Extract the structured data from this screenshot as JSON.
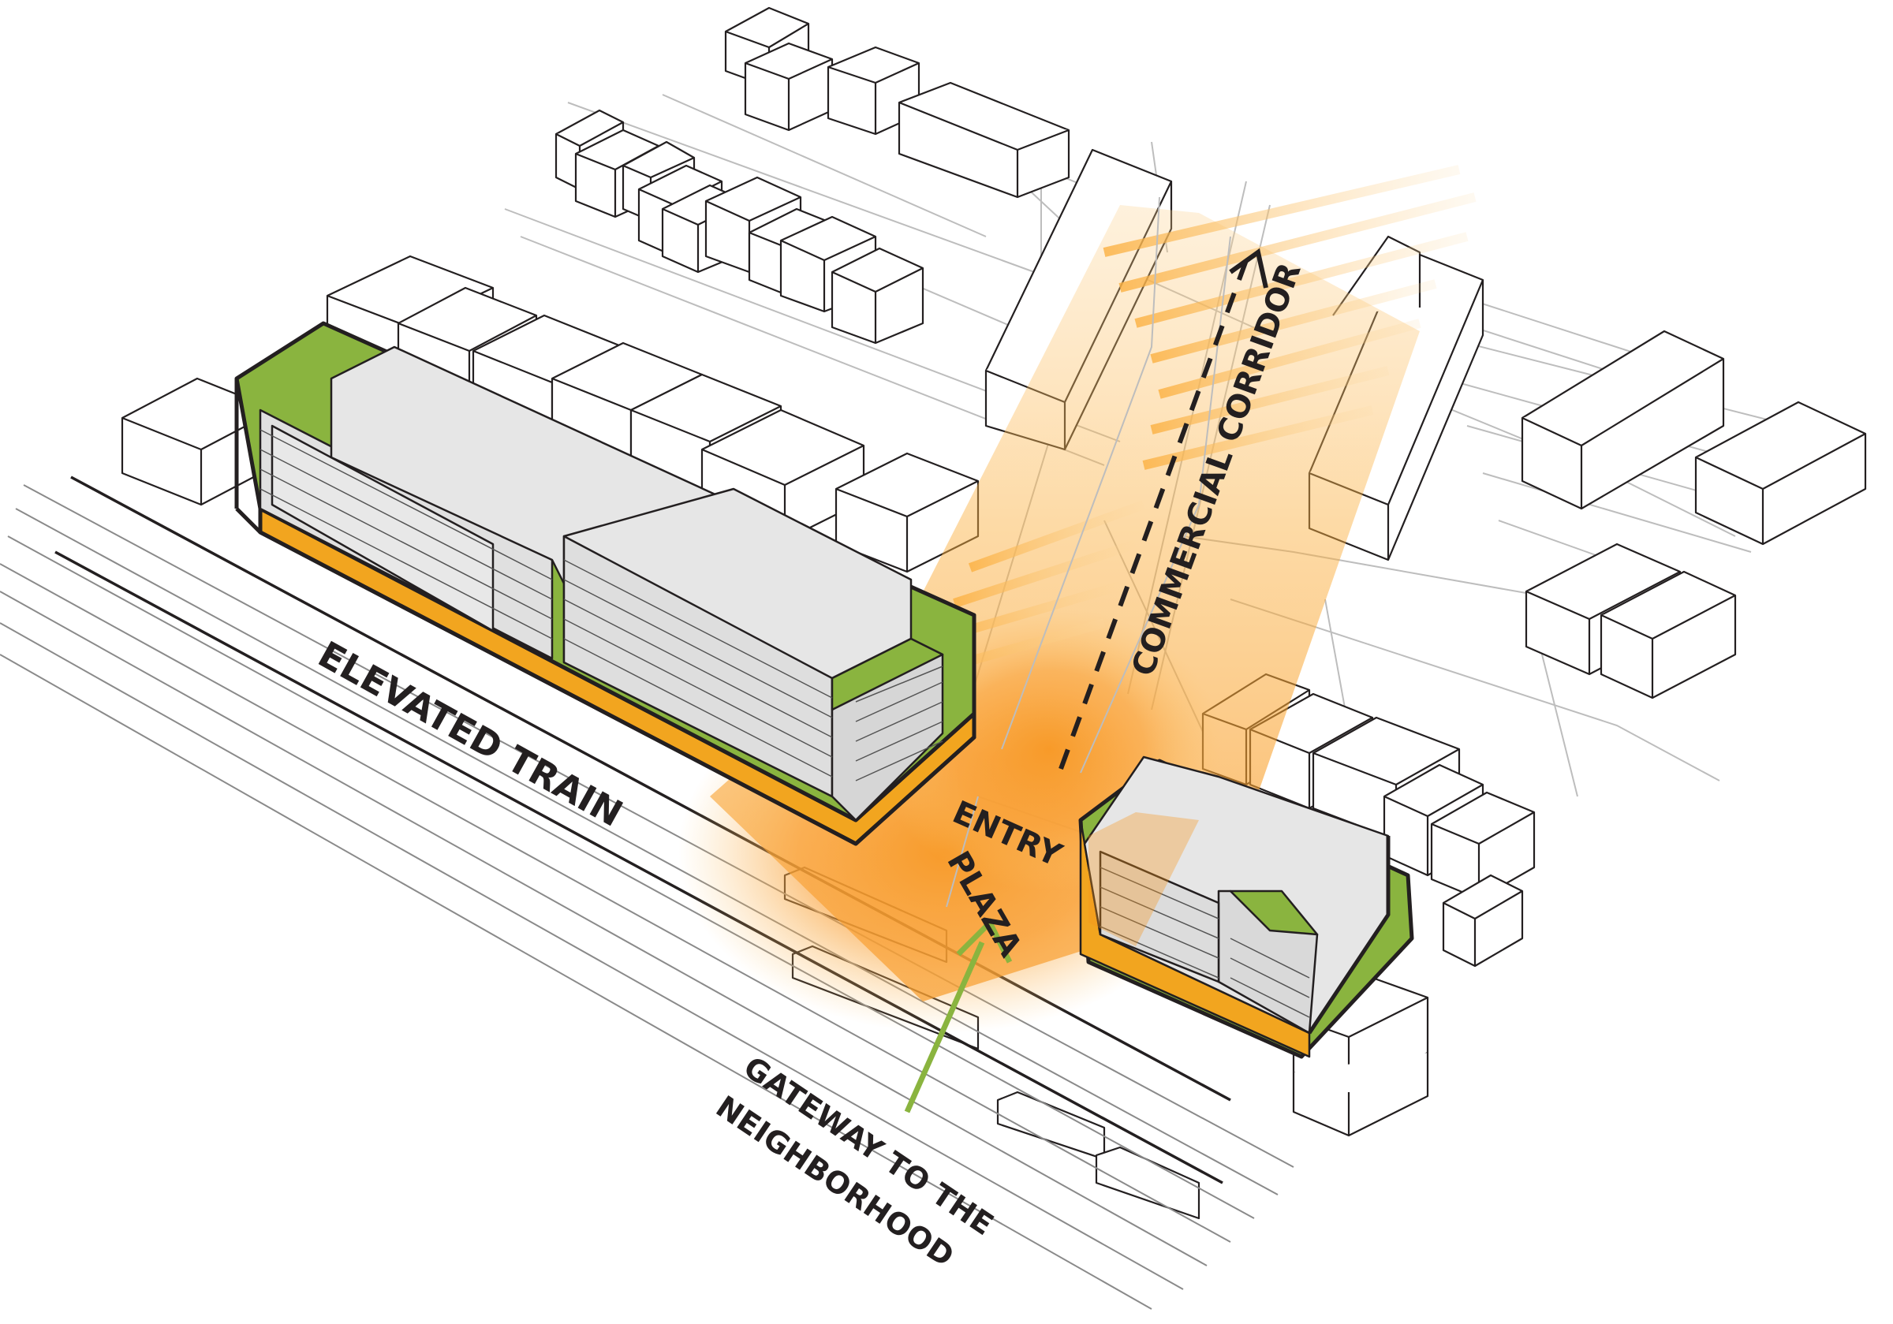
{
  "labels": {
    "elevated_train": "ELEVATED TRAIN",
    "commercial_corridor": "COMMERCIAL CORRIDOR",
    "entry_line1": "ENTRY",
    "entry_line2": "PLAZA",
    "gateway_line1": "GATEWAY TO THE",
    "gateway_line2": "NEIGHBORHOOD"
  },
  "colors": {
    "podium": "#f2a51f",
    "roof_green": "#8ab43f",
    "massing_gray": "#dedede",
    "massing_roof": "#e6e6e6",
    "corridor_orange": "#f9a23a",
    "gateway_arrow": "#8ab43f",
    "outline": "#231f20"
  }
}
